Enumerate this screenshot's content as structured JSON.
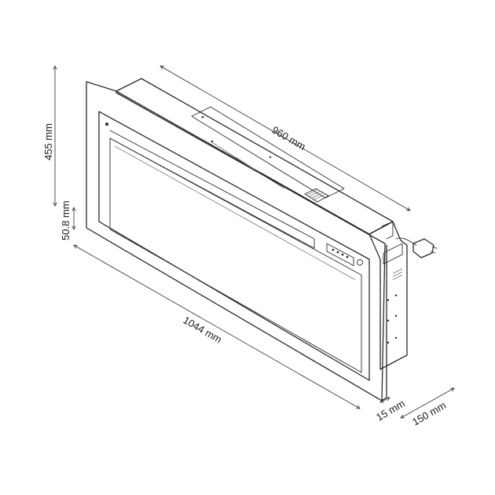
{
  "product": {
    "kind": "built-in electric fireplace insert",
    "view": "isometric line drawing with dimensions"
  },
  "dimensions": {
    "width": "960 mm",
    "height": "455 mm",
    "frame_border": "50.8 mm",
    "frame_width": "1044 mm",
    "frame_depth": "15 mm",
    "depth": "150 mm"
  },
  "colors": {
    "stroke": "#2b2b2b",
    "background": "#ffffff"
  }
}
